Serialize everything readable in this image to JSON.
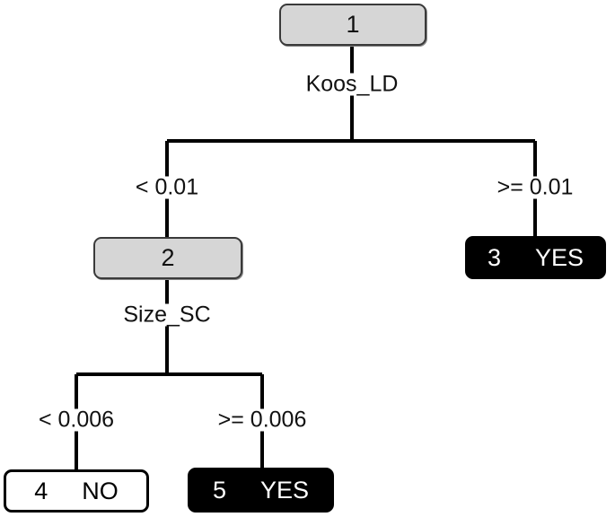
{
  "diagram": {
    "type": "decision-tree",
    "background_color": "#ffffff",
    "split_node_fill": "#d6d6d6",
    "leaf_yes_fill": "#000000",
    "leaf_no_fill": "#ffffff",
    "line_color": "#000000"
  },
  "nodes": [
    {
      "id": "1",
      "kind": "split",
      "split_variable": "Koos_LD",
      "label": "1",
      "class_label": ""
    },
    {
      "id": "2",
      "kind": "split",
      "split_variable": "Size_SC",
      "label": "2",
      "class_label": ""
    },
    {
      "id": "3",
      "kind": "leaf",
      "label": "3",
      "class_label": "YES"
    },
    {
      "id": "4",
      "kind": "leaf",
      "label": "4",
      "class_label": "NO"
    },
    {
      "id": "5",
      "kind": "leaf",
      "label": "5",
      "class_label": "YES"
    }
  ],
  "edges": [
    {
      "from": "1",
      "to": "2",
      "label": "< 0.01"
    },
    {
      "from": "1",
      "to": "3",
      "label": ">= 0.01"
    },
    {
      "from": "2",
      "to": "4",
      "label": "< 0.006"
    },
    {
      "from": "2",
      "to": "5",
      "label": ">= 0.006"
    }
  ]
}
